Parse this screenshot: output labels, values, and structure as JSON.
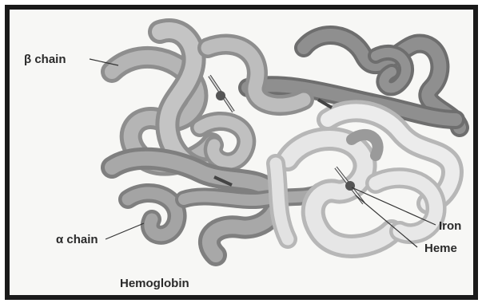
{
  "figure": {
    "caption": "Hemoglobin",
    "labels": {
      "beta_chain": "β chain",
      "alpha_chain": "α chain",
      "iron": "Iron",
      "heme": "Heme"
    }
  },
  "colors": {
    "frame_border": "#1a1a1a",
    "dark_chain": "#8c8c8c",
    "mid_chain": "#b0b0b0",
    "light_chain": "#dcdcdc",
    "heme_group": "#555555"
  }
}
